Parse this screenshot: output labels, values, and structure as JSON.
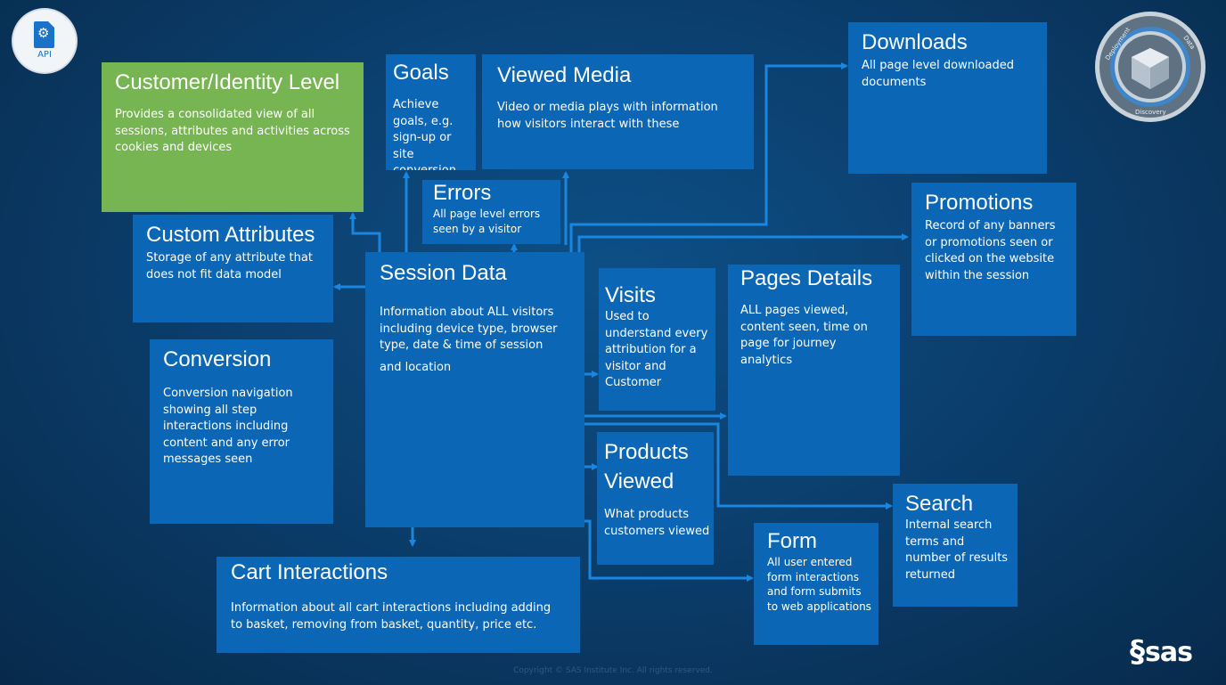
{
  "boxes": {
    "customer": {
      "title": "Customer/Identity Level",
      "desc": "Provides a consolidated view of all sessions, attributes and activities across cookies and devices"
    },
    "goals": {
      "title": "Goals",
      "desc": "Achieve goals, e.g. sign-up or site conversion"
    },
    "viewed_media": {
      "title": "Viewed Media",
      "desc": "Video or media plays with information how visitors interact with these"
    },
    "downloads": {
      "title": "Downloads",
      "desc": "All page level downloaded documents"
    },
    "errors": {
      "title": "Errors",
      "desc": "All page level errors seen by a visitor"
    },
    "promotions": {
      "title": "Promotions",
      "desc": "Record of any banners or promotions seen or clicked on the website within the session"
    },
    "custom_attributes": {
      "title": "Custom Attributes",
      "desc": "Storage of any attribute that does not fit data model"
    },
    "session_data": {
      "title": "Session Data",
      "desc": "Information about ALL visitors including device type, browser type, date & time of session",
      "desc2": "and location"
    },
    "visits": {
      "title": "Visits",
      "desc": "Used to understand every attribution for a visitor and Customer"
    },
    "pages_details": {
      "title": "Pages Details",
      "desc": "ALL pages viewed, content seen, time on page for journey analytics"
    },
    "conversion": {
      "title": "Conversion",
      "desc": "Conversion navigation showing all step interactions including content and any error messages seen"
    },
    "products_viewed": {
      "title": "Products Viewed",
      "desc": "What products customers viewed"
    },
    "search": {
      "title": "Search",
      "desc": "Internal search terms and number of results returned"
    },
    "form": {
      "title": "Form",
      "desc": "All user entered form interactions and form submits to web applications"
    },
    "cart": {
      "title": "Cart Interactions",
      "desc": "Information about all cart interactions including adding to basket, removing from basket, quantity, price etc."
    }
  },
  "api_badge": {
    "label": "API",
    "icon": "gear-document-icon"
  },
  "cycle_badge": {
    "labels": [
      "Deployment",
      "Data",
      "Discovery"
    ],
    "icon": "cube-cycle-icon"
  },
  "copyright": "Copyright © SAS Institute Inc. All rights reserved.",
  "logo": {
    "text": "sas",
    "icon": "sas-swirl-icon"
  },
  "colors": {
    "box_blue": "#0b66b5",
    "box_green": "#76b552",
    "background": "#0b3f6e",
    "arrow": "#1a86e0"
  }
}
